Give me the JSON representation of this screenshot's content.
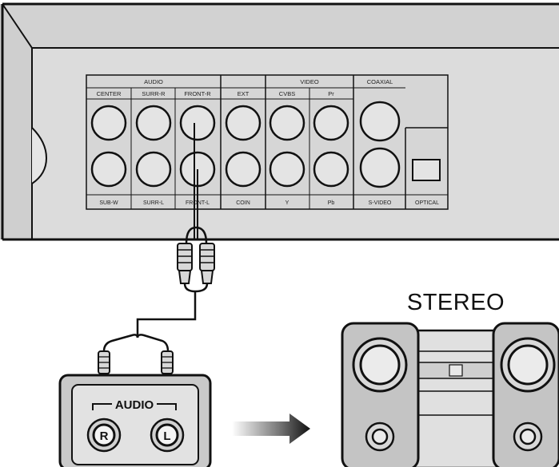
{
  "panel": {
    "group_labels": {
      "audio": "AUDIO",
      "video": "VIDEO",
      "coaxial": "COAXIAL"
    },
    "top_labels": [
      "CENTER",
      "SURR-R",
      "FRONT-R",
      "EXT",
      "CVBS",
      "Pr"
    ],
    "bottom_labels": [
      "SUB-W",
      "SURR-L",
      "FRONT-L",
      "COIN",
      "Y",
      "Pb",
      "S-VIDEO",
      "OPTICAL"
    ]
  },
  "stereo": {
    "title": "STEREO"
  },
  "audio_input": {
    "label": "AUDIO",
    "right_jack": "R",
    "left_jack": "L"
  }
}
